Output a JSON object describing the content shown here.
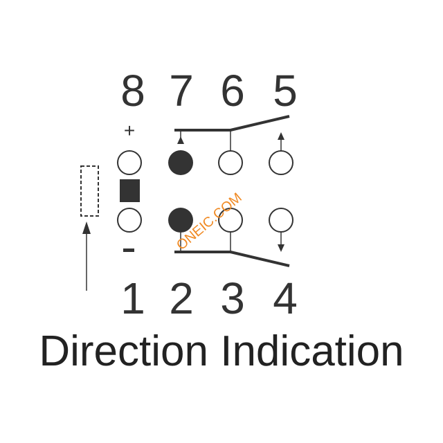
{
  "pins_top": [
    "8",
    "7",
    "6",
    "5"
  ],
  "pins_bottom": [
    "1",
    "2",
    "3",
    "4"
  ],
  "polarity": {
    "plus": "+",
    "minus": "-"
  },
  "title": "Direction Indication",
  "watermark": "ONEIC.COM",
  "colors": {
    "ink": "#333333",
    "filled_pin": "#333333",
    "watermark": "#f08a24"
  }
}
